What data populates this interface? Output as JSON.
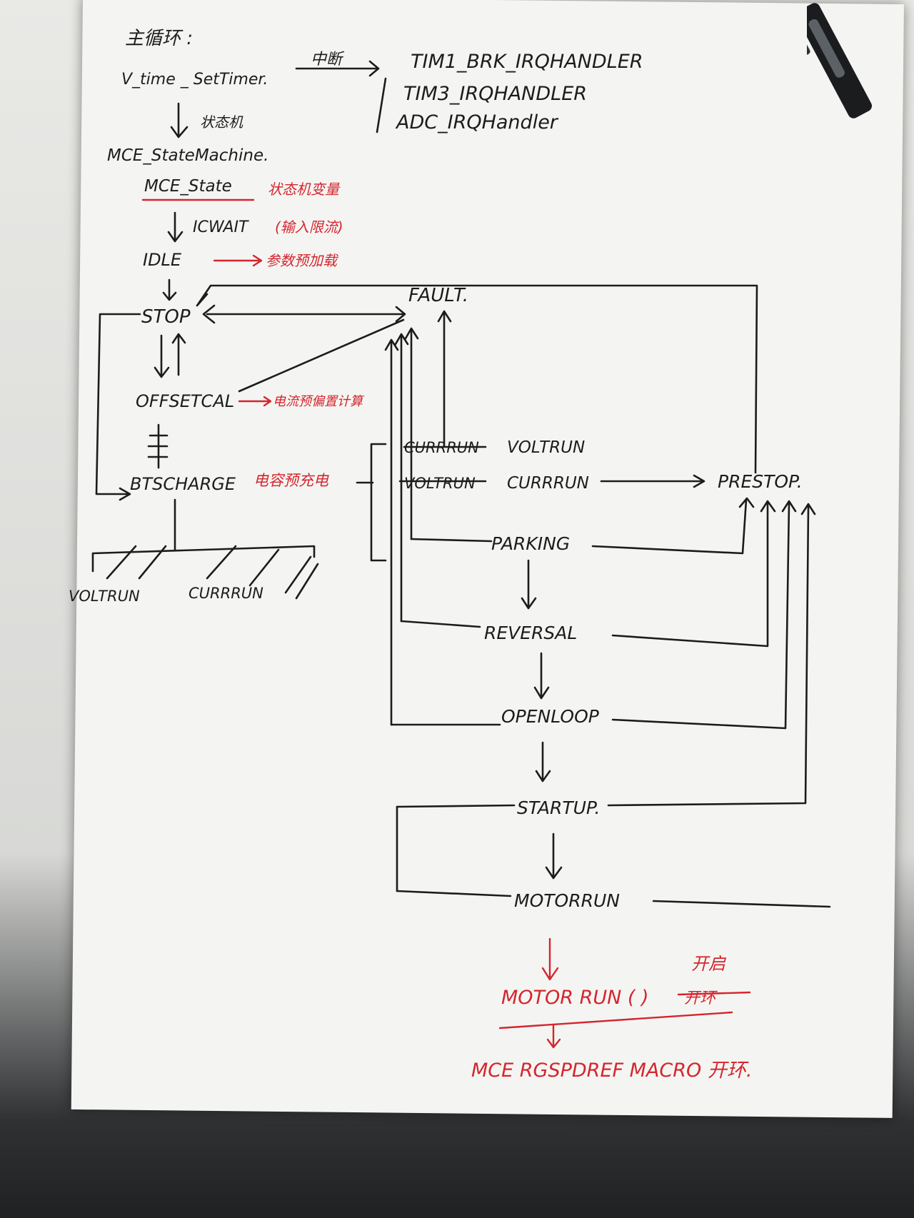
{
  "main_loop": "主循环 :",
  "interrupt": "中断",
  "irq_handlers": [
    "TIM1_BRK_IRQHANDLER",
    "TIM3_IRQHANDLER",
    "ADC_IRQHandler"
  ],
  "vtime": "V_time _ SetTimer.",
  "state_machine_label": "状态机",
  "mce_state_machine": "MCE_StateMachine.",
  "mce_state": "MCE_State",
  "mce_state_note": "状态机变量",
  "icwait": "ICWAIT",
  "icwait_note": "(输入限流)",
  "idle": "IDLE",
  "idle_note": "参数预加载",
  "stop": "STOP",
  "fault": "FAULT.",
  "offsetcal": "OFFSETCAL",
  "offsetcal_note": "电流预偏置计算",
  "btscharge": "BTSCHARGE",
  "btscharge_note": "电容预充电",
  "voltrun_left": "VOLTRUN",
  "currrun_left": "CURRRUN",
  "currrun_struck": "CURRRUN",
  "voltrun": "VOLTRUN",
  "voltrun_struck": "VOLTRUN",
  "currrun": "CURRRUN",
  "prestop": "PRESTOP.",
  "parking": "PARKING",
  "reversal": "REVERSAL",
  "openloop": "OPENLOOP",
  "startup": "STARTUP.",
  "motorrun": "MOTORRUN",
  "motor_run_fn": "MOTOR RUN ( )",
  "motor_run_struck": "开环",
  "motor_run_note": "开启",
  "mce_rgspdref": "MCE RGSPDREF MACRO 开环."
}
